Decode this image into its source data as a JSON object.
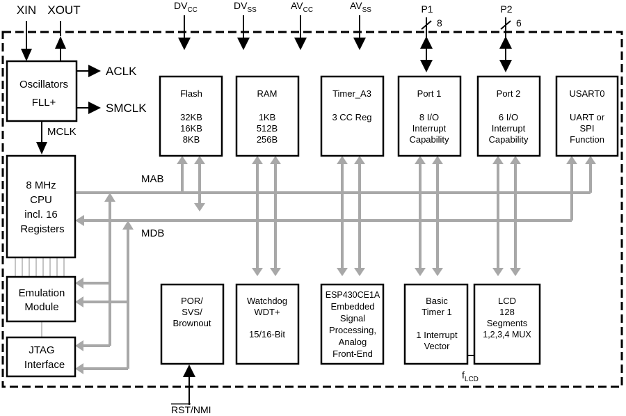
{
  "external_pins": {
    "xin": "XIN",
    "xout": "XOUT",
    "dvcc": {
      "main": "DV",
      "sub": "CC"
    },
    "dvss": {
      "main": "DV",
      "sub": "SS"
    },
    "avcc": {
      "main": "AV",
      "sub": "CC"
    },
    "avss": {
      "main": "AV",
      "sub": "SS"
    },
    "p1": {
      "name": "P1",
      "width": "8"
    },
    "p2": {
      "name": "P2",
      "width": "6"
    },
    "rst": {
      "overline": "RST",
      "rest": "/NMI"
    },
    "flcd": {
      "main": "f",
      "sub": "LCD"
    }
  },
  "signals": {
    "aclk": "ACLK",
    "smclk": "SMCLK",
    "mclk": "MCLK",
    "mab": "MAB",
    "mdb": "MDB"
  },
  "blocks": {
    "oscillators": [
      "Oscillators",
      "FLL+"
    ],
    "cpu": [
      "8 MHz",
      "CPU",
      "incl. 16",
      "Registers"
    ],
    "emulation": [
      "Emulation",
      "Module"
    ],
    "jtag": [
      "JTAG",
      "Interface"
    ],
    "flash": [
      "Flash",
      "",
      "32KB",
      "16KB",
      "8KB"
    ],
    "ram": [
      "RAM",
      "",
      "1KB",
      "512B",
      "256B"
    ],
    "timer_a3": [
      "Timer_A3",
      "",
      "3 CC Reg"
    ],
    "port1": [
      "Port 1",
      "",
      "8 I/O",
      "Interrupt",
      "Capability"
    ],
    "port2": [
      "Port 2",
      "",
      "6 I/O",
      "Interrupt",
      "Capability"
    ],
    "usart0": [
      "USART0",
      "",
      "UART or",
      "SPI",
      "Function"
    ],
    "por": [
      "POR/",
      "SVS/",
      "Brownout"
    ],
    "watchdog": [
      "Watchdog",
      "WDT+",
      "",
      "15/16-Bit"
    ],
    "esp430": [
      "ESP430CE1A",
      "Embedded",
      "Signal",
      "Processing,",
      "Analog",
      "Front-End"
    ],
    "basic_timer": [
      "Basic",
      "Timer 1",
      "",
      "1 Interrupt",
      "Vector"
    ],
    "lcd": [
      "LCD",
      "128",
      "Segments",
      "1,2,3,4 MUX"
    ]
  }
}
